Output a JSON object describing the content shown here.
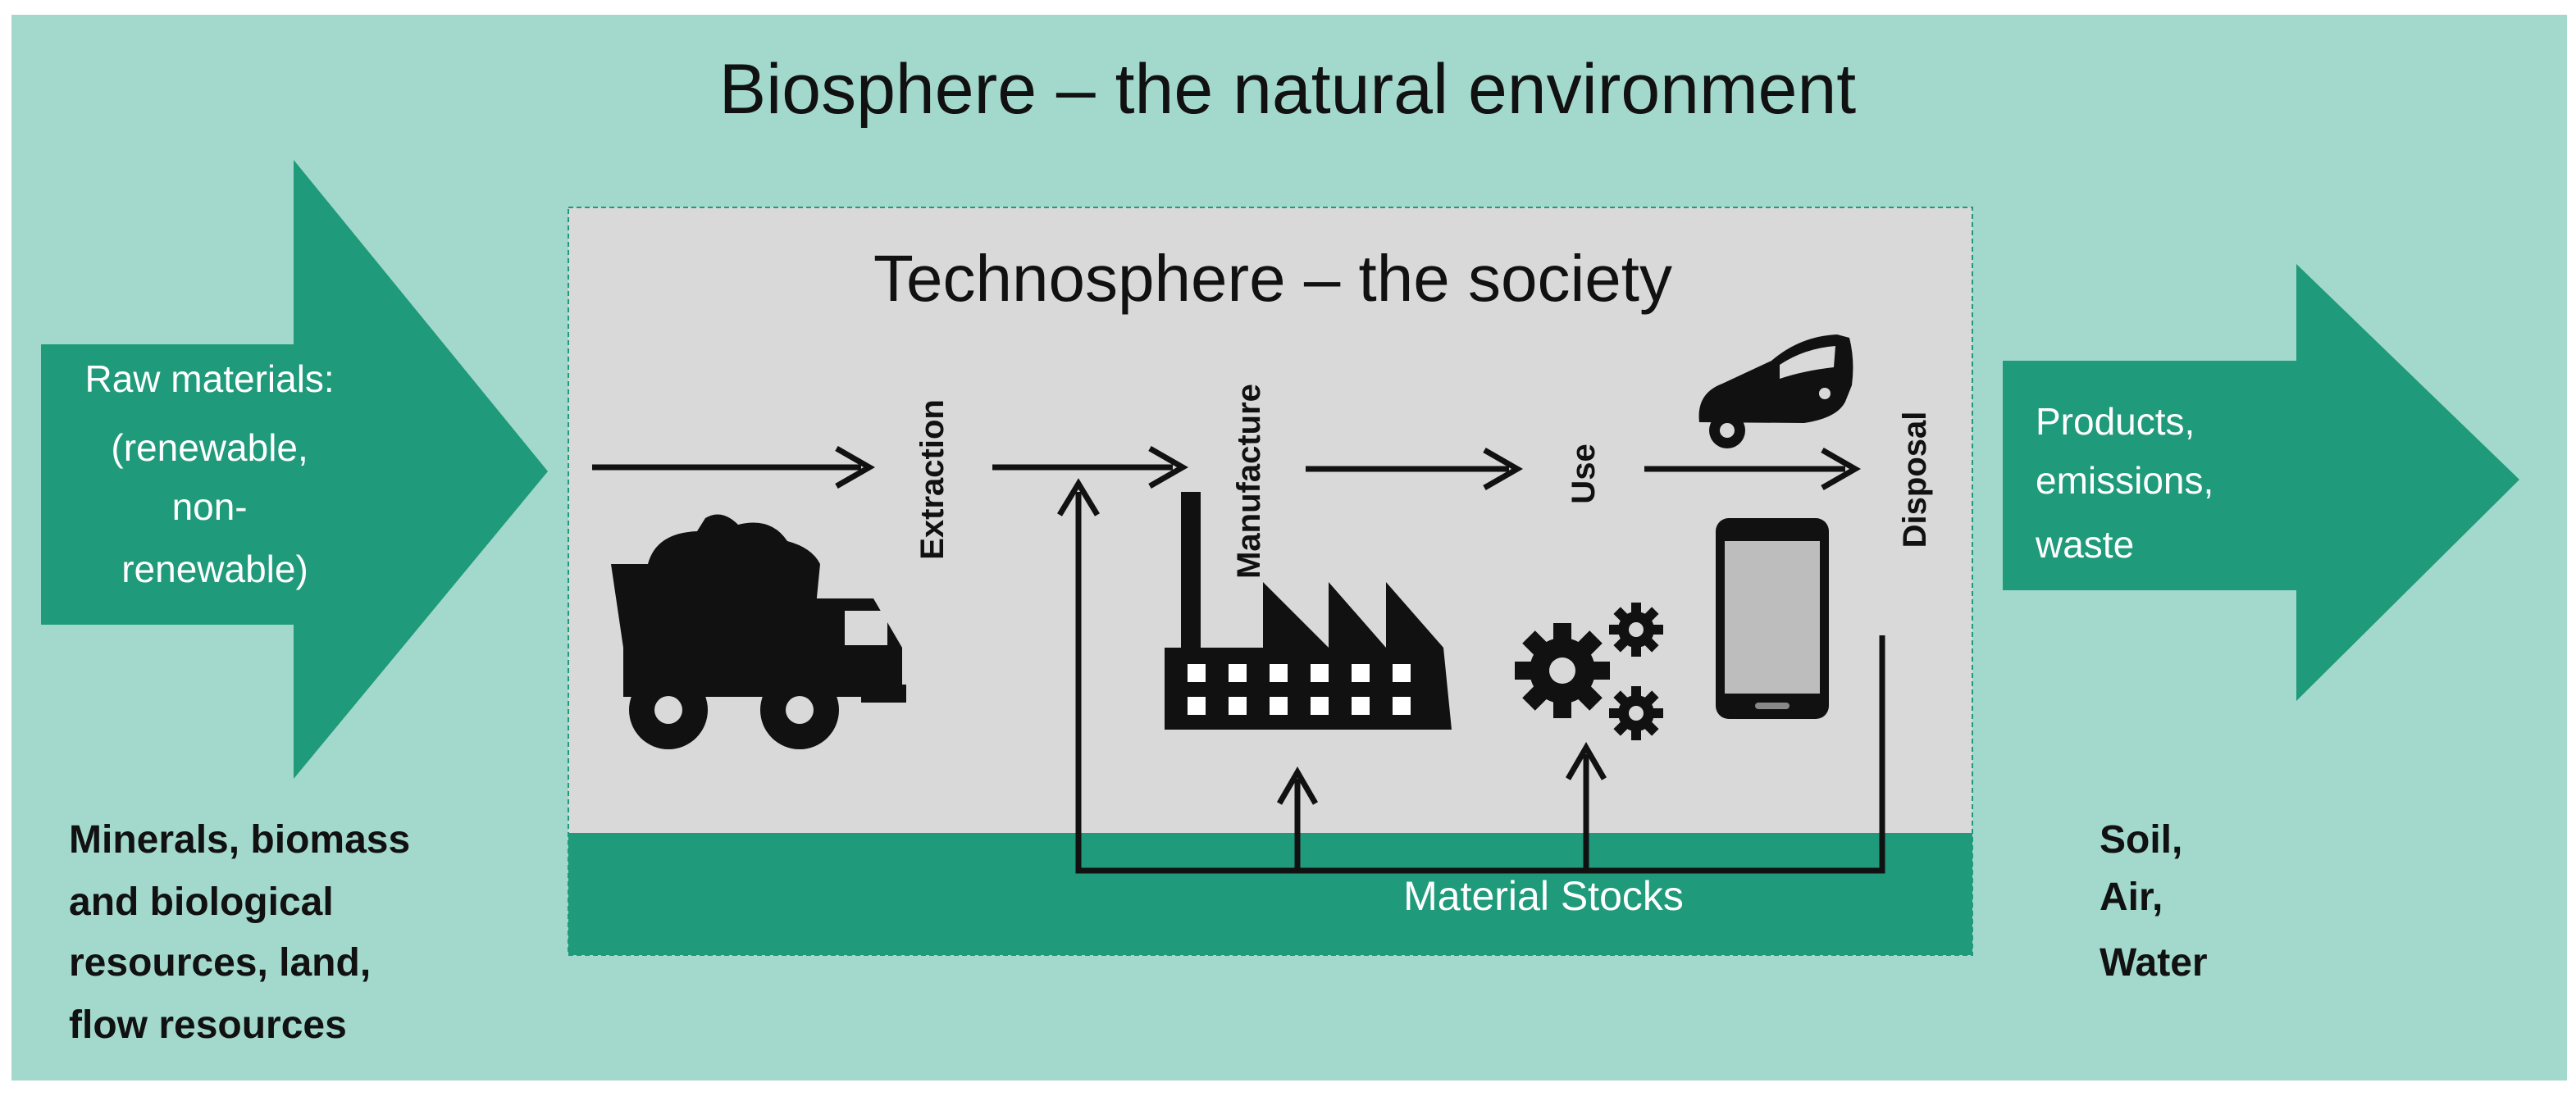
{
  "biosphere": {
    "title": "Biosphere – the natural environment"
  },
  "technosphere": {
    "title": "Technosphere – the society",
    "stages": [
      "Extraction",
      "Manufacture",
      "Use",
      "Disposal"
    ],
    "stocks_label": "Material Stocks"
  },
  "inputs": {
    "arrow_lines": [
      "Raw materials:",
      "(renewable,",
      "non-",
      "renewable)"
    ],
    "sources_lines": [
      "Minerals, biomass",
      "and biological",
      "resources, land,",
      "flow resources"
    ]
  },
  "outputs": {
    "arrow_lines": [
      "Products,",
      "emissions,",
      "waste"
    ],
    "sinks_lines": [
      "Soil,",
      "Air,",
      "Water"
    ]
  },
  "icons": [
    "dump-truck-icon",
    "factory-icon",
    "gears-icon",
    "car-icon",
    "smartphone-icon"
  ],
  "colors": {
    "biosphere_bg": "#a3d9cc",
    "arrow_green": "#1f9a7a",
    "technosphere_bg": "#d9d9d9",
    "stocks_green": "#1f9a7a",
    "icon_black": "#111111",
    "text_dark": "#111111",
    "text_light": "#ffffff"
  }
}
